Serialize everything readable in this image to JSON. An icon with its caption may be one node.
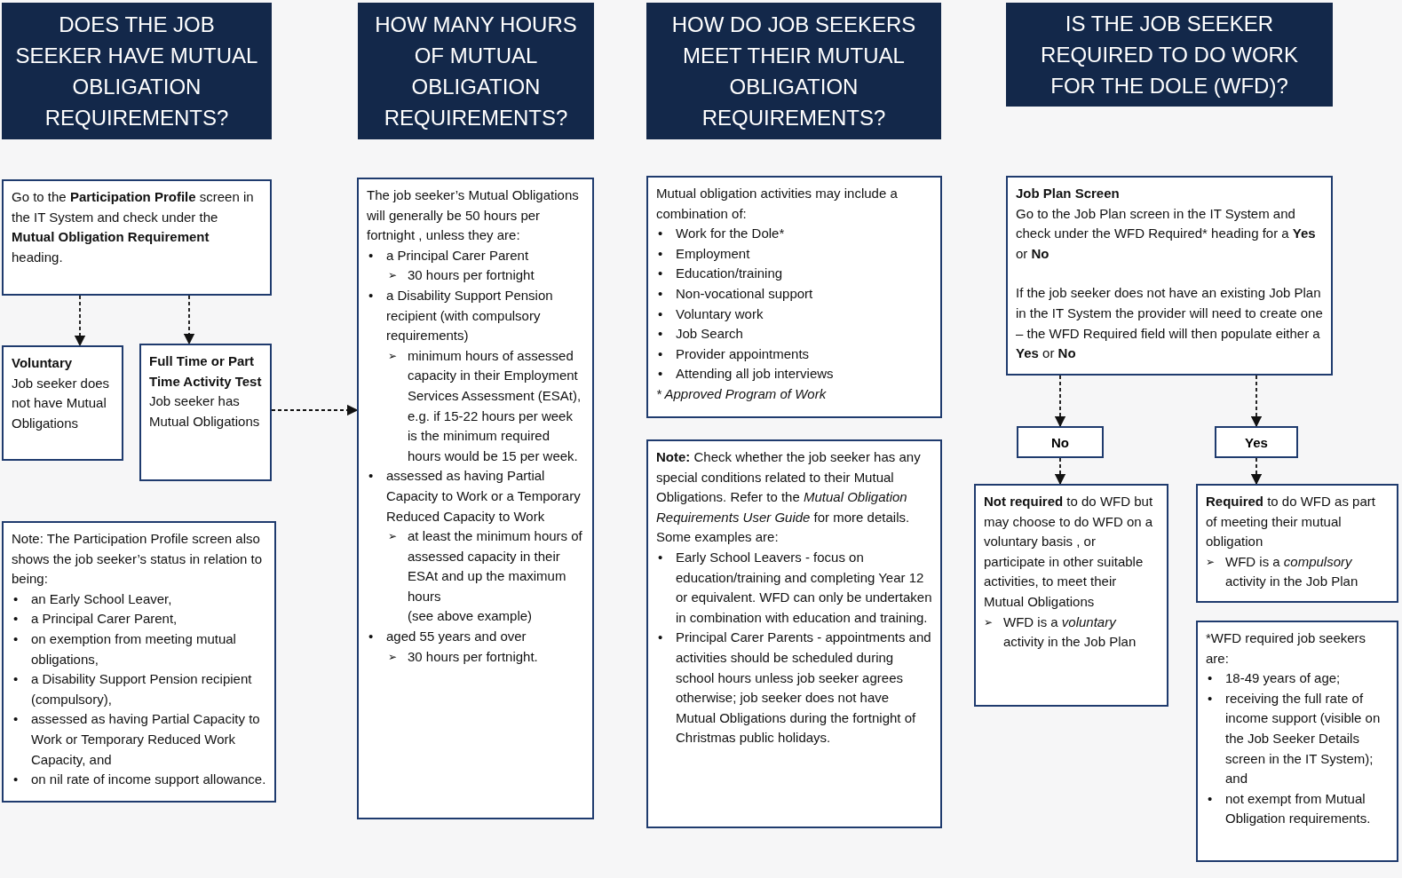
{
  "diagram": {
    "nodes": [
      {
        "text": [
          "DOES THE JOB SEEKER HAVE MUTUAL OBLIGATION REQUIREMENTS?"
        ]
      },
      {
        "text": [
          "HOW MANY HOURS OF MUTUAL OBLIGATION REQUIREMENTS?"
        ]
      },
      {
        "text": [
          "HOW DO JOB SEEKERS MEET THEIR MUTUAL OBLIGATION REQUIREMENTS?"
        ]
      },
      {
        "text": [
          "IS THE JOB SEEKER REQUIRED TO DO WORK FOR THE DOLE (WFD)?"
        ]
      },
      {
        "text": [
          "Go to the **Participation Profile** screen in the IT System and check under the **Mutual Obligation Requirement** heading."
        ]
      },
      {
        "text": [
          "Voluntary",
          "Job seeker does not have Mutual Obligations"
        ]
      },
      {
        "text": [
          "Full Time or Part Time Activity Test",
          "Job seeker has Mutual Obligations"
        ]
      },
      {
        "text": [
          "Note: The Participation Profile screen also shows the job seeker’s status in relation to being:",
          "•",
          "an Early School Leaver,",
          "•",
          "a Principal Carer Parent,",
          "•",
          "on exemption from meeting mutual obligations,",
          "•",
          "a Disability Support Pension recipient (compulsory),",
          "•",
          "assessed as having Partial Capacity to Work or Temporary Reduced Work Capacity, and",
          "•",
          "on nil rate of income support allowance."
        ]
      },
      {
        "text": [
          "The job seeker’s Mutual Obligations will generally be 50 hours per fortnight , unless they are:",
          "•",
          "a Principal Carer Parent",
          "➢",
          "30 hours per fortnight",
          "•",
          "a Disability Support Pension recipient (with compulsory requirements)",
          "➢",
          "minimum hours of assessed capacity in their Employment Services Assessment (ESAt), e.g. if 15-22 hours per week is  the minimum required hours would be 15 per week.",
          "•",
          "assessed as having Partial Capacity to Work or a Temporary Reduced Capacity to Work",
          "➢",
          "at least the minimum hours of assessed capacity in their ESAt and up the maximum hours",
          "(see above example)",
          "•",
          "aged 55 years and over",
          "➢",
          "30 hours per fortnight."
        ]
      },
      {
        "text": [
          "Mutual obligation activities may include a combination of:",
          "•",
          "Work for the Dole*",
          "•",
          "Employment",
          "•",
          "Education/training",
          "•",
          "Non-vocational support",
          "•",
          "Voluntary work",
          "•",
          "Job Search",
          "•",
          "Provider appointments",
          "•",
          "Attending all job interviews",
          "* Approved Program of Work"
        ]
      },
      {
        "text": [
          "**Note:** Check whether the job seeker has any special conditions related to their Mutual Obligations. Refer to the *Mutual Obligation Requirements User Guide* for more details. Some examples are:",
          "•",
          "Early School Leavers  - focus on education/training and completing Year 12 or equivalent. WFD can only be undertaken in combination with education and training.",
          "•",
          "Principal Carer Parents - appointments and activities should be scheduled during school hours unless job seeker agrees otherwise; job seeker does not have Mutual Obligations during the fortnight of Christmas public holidays."
        ]
      },
      {
        "text": [
          "Job Plan Screen",
          "Go to the Job Plan screen in the IT System and check under the WFD Required* heading for a **Yes** or **No**",
          "If the job seeker does not have an existing Job Plan in the IT System the provider will need to create one – the WFD Required field will then populate either a **Yes** or **No**"
        ]
      },
      {
        "text": [
          "No"
        ]
      },
      {
        "text": [
          "Yes"
        ]
      },
      {
        "text": [
          "**Not required** to do WFD but may choose to do WFD on a voluntary basis , or participate in other suitable activities, to meet their Mutual Obligations",
          "➢",
          "WFD is a *voluntary* activity in the Job Plan"
        ]
      },
      {
        "text": [
          "**Required** to do WFD as part of meeting their mutual obligation",
          "➢",
          "WFD is a *compulsory* activity in the Job Plan"
        ]
      },
      {
        "text": [
          "*WFD required job seekers are:",
          "•",
          "18-49 years of age;",
          "•",
          "receiving the full rate of income support (visible on the Job Seeker Details screen in the IT System); and",
          "•",
          "not exempt from Mutual Obligation requirements."
        ]
      }
    ],
    "edges": [
      {
        "from": 4,
        "to": 5,
        "arrow": "to",
        "style": "dashed"
      },
      {
        "from": 4,
        "to": 6,
        "arrow": "to",
        "style": "dashed"
      },
      {
        "from": 6,
        "to": 8,
        "arrow": "to",
        "style": "dashed"
      },
      {
        "from": 11,
        "to": 12,
        "arrow": "to",
        "style": "dashed"
      },
      {
        "from": 11,
        "to": 13,
        "arrow": "to",
        "style": "dashed"
      },
      {
        "from": 12,
        "to": 14,
        "arrow": "to",
        "style": "dashed"
      },
      {
        "from": 13,
        "to": 15,
        "arrow": "to",
        "style": "dashed"
      }
    ]
  }
}
